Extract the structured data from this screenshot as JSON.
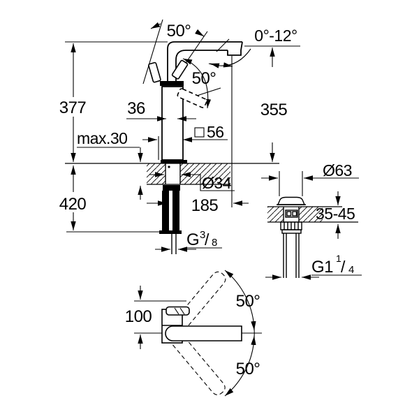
{
  "side_view": {
    "lever_angle": "50°",
    "aerator_tilt_range": "0°-12°",
    "total_height": "377",
    "spout_tube_width": "36",
    "lever_swing_angle": "50°",
    "spout_outlet_height": "355",
    "mounting_thickness_max": "max.30",
    "base_square": "56",
    "below_counter_length": "420",
    "mounting_hole_diameter": "Ø34",
    "spout_reach": "185",
    "supply_thread": {
      "main": "G",
      "sup": "3",
      "slash": "/",
      "sub": "8"
    }
  },
  "drain_detail": {
    "flange_diameter": "Ø63",
    "counter_thickness_range": "35-45",
    "waste_thread": {
      "main": "G1",
      "sup": "1",
      "slash": "/",
      "sub": "4"
    }
  },
  "plan_view": {
    "spout_axis_offset": "100",
    "swivel_angle_up": "50°",
    "swivel_angle_down": "50°"
  },
  "colors": {
    "line": "#000000",
    "background": "#ffffff"
  }
}
